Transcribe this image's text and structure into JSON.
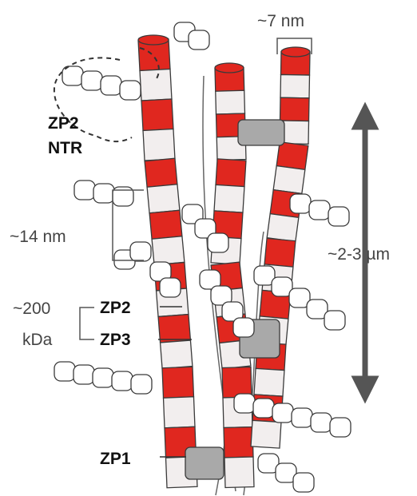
{
  "labels": {
    "zp2_ntr_line1": "ZP2",
    "zp2_ntr_line2": "NTR",
    "width_7nm": "~7 nm",
    "period_14nm": "~14 nm",
    "length_um": "~2-3 µm",
    "mass_line1": "~200",
    "mass_line2": "kDa",
    "zp2": "ZP2",
    "zp3": "ZP3",
    "zp1": "ZP1"
  },
  "colors": {
    "zp2_band": "#e0271f",
    "zp3_band": "#f2eeee",
    "zp1_crosslink": "#a9a9a9",
    "outline": "#3a3a3a",
    "arrow": "#555555"
  }
}
